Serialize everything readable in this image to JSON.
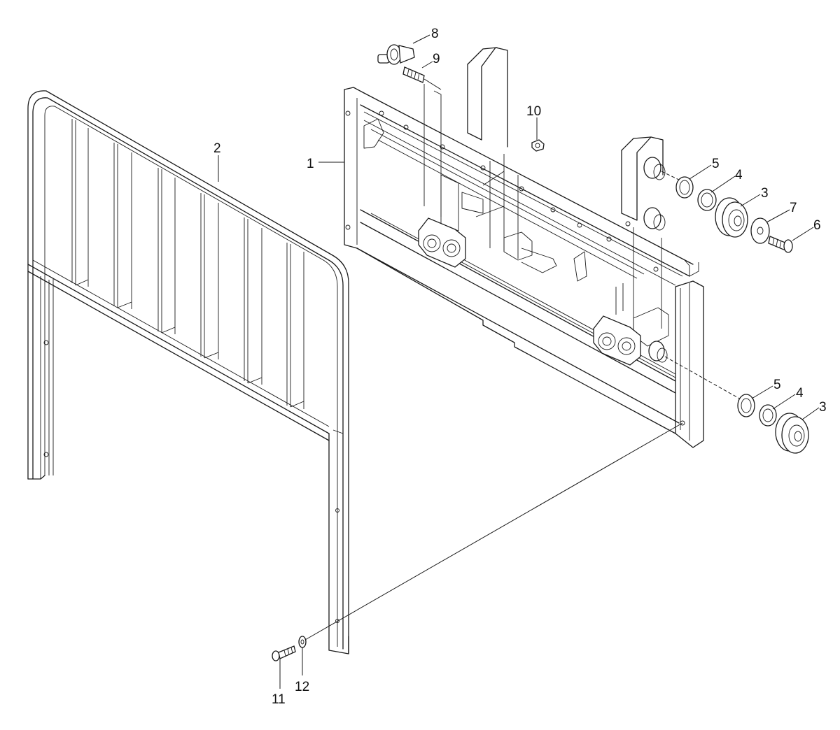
{
  "callouts": {
    "c1": "1",
    "c2": "2",
    "c3a": "3",
    "c3b": "3",
    "c4a": "4",
    "c4b": "4",
    "c5a": "5",
    "c5b": "5",
    "c6": "6",
    "c7": "7",
    "c8": "8",
    "c9": "9",
    "c10": "10",
    "c11": "11",
    "c12": "12"
  }
}
